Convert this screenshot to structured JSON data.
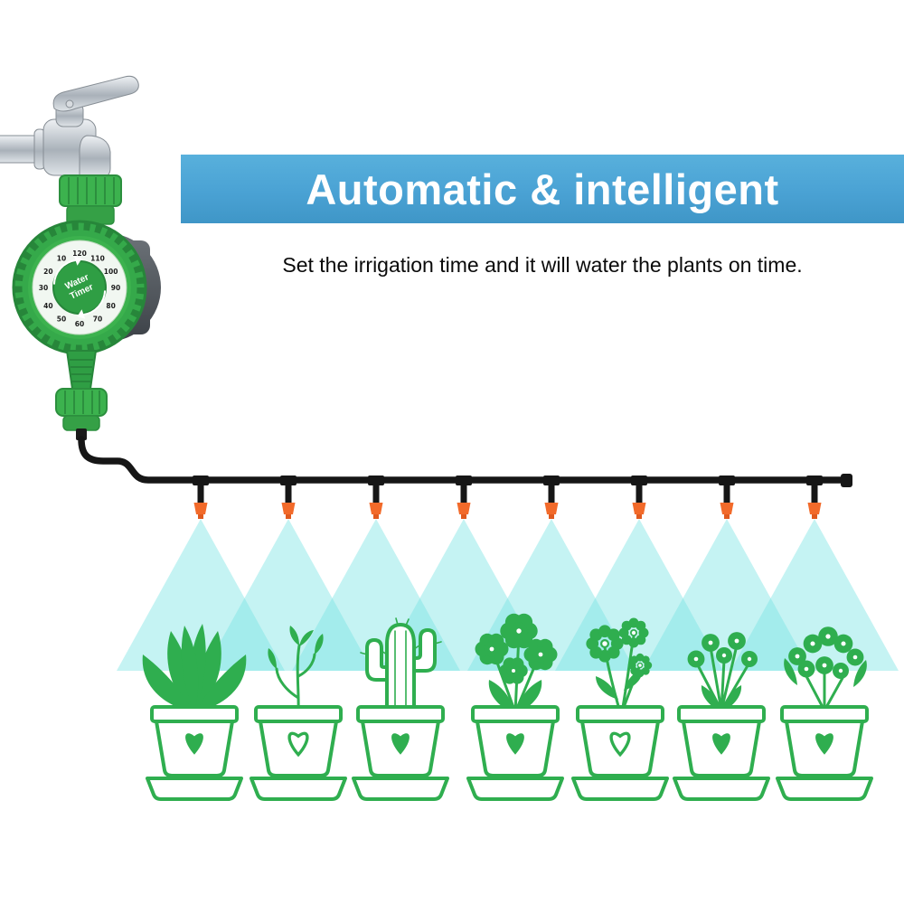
{
  "banner": {
    "title": "Automatic & intelligent",
    "background_color": "#4aa2d4",
    "text_color": "#ffffff"
  },
  "subtitle": {
    "text": "Set the irrigation time and it will water the plants on time."
  },
  "timer": {
    "label_line1": "Water",
    "label_line2": "Timer",
    "dial_numbers": [
      "120",
      "110",
      "100",
      "90",
      "80",
      "70",
      "60",
      "50",
      "40",
      "30",
      "20",
      "10"
    ],
    "body_color": "#3cb24e",
    "housing_color": "#4a5056"
  },
  "irrigation": {
    "nozzle_count": 8,
    "tube_color": "#161616",
    "nozzle_color": "#f26a2a",
    "spray_color": "#74e3e3"
  },
  "plants": {
    "pot_count": 7,
    "line_color": "#2fae4f",
    "heart_icon": "heart"
  }
}
